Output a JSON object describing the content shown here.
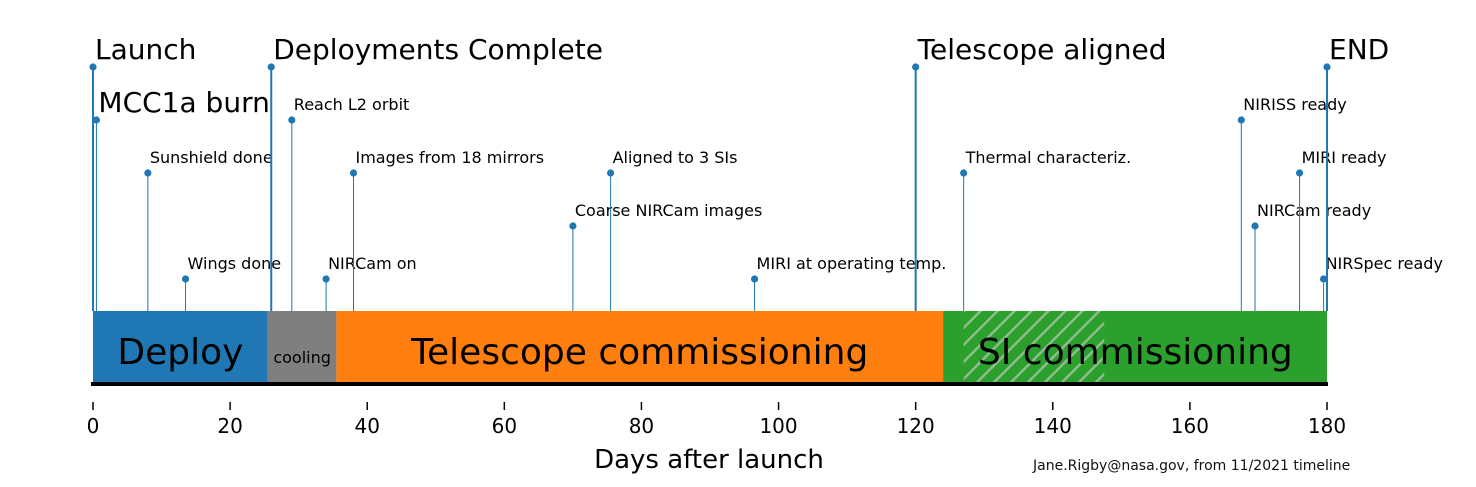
{
  "chart_data": {
    "type": "timeline",
    "xlabel": "Days after launch",
    "xlim": [
      0,
      180
    ],
    "xticks": [
      0,
      20,
      40,
      60,
      80,
      100,
      120,
      140,
      160,
      180
    ],
    "colors": {
      "stem": "#1f77b4",
      "deploy": "#1f77b4",
      "cooling": "#7f7f7f",
      "telescope": "#ff7f0e",
      "si": "#2ca02c",
      "hatch": "#8fbc8f"
    },
    "phases": [
      {
        "label": "Deploy",
        "start": 0,
        "end": 25.5,
        "color": "#1f77b4",
        "size": "large"
      },
      {
        "label": "cooling",
        "start": 25.5,
        "end": 35.5,
        "color": "#7f7f7f",
        "size": "small"
      },
      {
        "label": "Telescope commissioning",
        "start": 35.5,
        "end": 124,
        "color": "#ff7f0e",
        "size": "large"
      },
      {
        "label": "SI commissioning",
        "start": 124,
        "end": 180,
        "color": "#2ca02c",
        "size": "large",
        "hatch_range": [
          127,
          147.5
        ]
      }
    ],
    "events": [
      {
        "label": "Launch",
        "day": 0,
        "level": 6,
        "size": "large"
      },
      {
        "label": "MCC1a burn",
        "day": 0.5,
        "level": 5,
        "size": "large"
      },
      {
        "label": "Sunshield done",
        "day": 8,
        "level": 4,
        "size": "small"
      },
      {
        "label": "Wings done",
        "day": 13.5,
        "level": 2,
        "size": "small"
      },
      {
        "label": "Deployments Complete",
        "day": 26,
        "level": 6,
        "size": "large"
      },
      {
        "label": "Reach L2 orbit",
        "day": 29,
        "level": 5,
        "size": "small"
      },
      {
        "label": "NIRCam on",
        "day": 34,
        "level": 2,
        "size": "small"
      },
      {
        "label": "Images from 18 mirrors",
        "day": 38,
        "level": 4,
        "size": "small"
      },
      {
        "label": "Coarse NIRCam images",
        "day": 70,
        "level": 3,
        "size": "small"
      },
      {
        "label": "Aligned to 3 SIs",
        "day": 75.5,
        "level": 4,
        "size": "small"
      },
      {
        "label": "MIRI at operating temp.",
        "day": 96.5,
        "level": 2,
        "size": "small"
      },
      {
        "label": "Telescope aligned",
        "day": 120,
        "level": 6,
        "size": "large"
      },
      {
        "label": "Thermal characteriz.",
        "day": 127,
        "level": 4,
        "size": "small"
      },
      {
        "label": "NIRISS ready",
        "day": 167.5,
        "level": 5,
        "size": "small"
      },
      {
        "label": "NIRCam ready",
        "day": 169.5,
        "level": 3,
        "size": "small"
      },
      {
        "label": "MIRI ready",
        "day": 176,
        "level": 4,
        "size": "small"
      },
      {
        "label": "NIRSpec ready",
        "day": 179.5,
        "level": 2,
        "size": "small"
      },
      {
        "label": "END",
        "day": 180,
        "level": 6,
        "size": "large"
      }
    ]
  },
  "credit": "Jane.Rigby@nasa.gov, from 11/2021 timeline"
}
